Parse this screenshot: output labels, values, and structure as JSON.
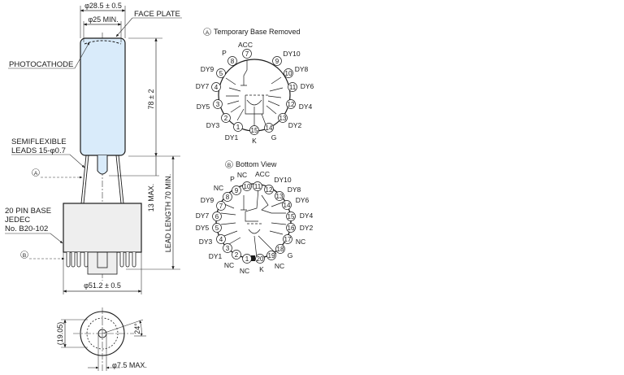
{
  "colors": {
    "line": "#1a1a1a",
    "dim_line": "#333333",
    "glass_fill": "#d9ebfa",
    "base_fill": "#eeeeee",
    "background": "#ffffff"
  },
  "side_view": {
    "labels": {
      "face_plate": "FACE PLATE",
      "photocathode": "PHOTOCATHODE",
      "semiflexible_1": "SEMIFLEXIBLE",
      "semiflexible_2": "LEADS 15-φ0.7",
      "base_1": "20 PIN BASE",
      "base_2": "JEDEC",
      "base_3": "No. B20-102",
      "marker_a": "A",
      "marker_b": "B"
    },
    "dimensions": {
      "outer_diameter": "φ28.5 ± 0.5",
      "cathode_diameter": "φ25 MIN.",
      "length": "78 ± 2",
      "tip_max": "13 MAX.",
      "lead_length": "LEAD LENGTH 70 MIN.",
      "base_diameter": "φ51.2 ± 0.5"
    }
  },
  "bottom_detail": {
    "dimensions": {
      "pitch_circle": "(19.05)",
      "angle": "24°",
      "tip_diameter": "φ7.5 MAX."
    }
  },
  "diagram_a": {
    "marker": "A",
    "title": "Temporary Base Removed",
    "pins": [
      {
        "num": "7",
        "name": "ACC"
      },
      {
        "num": "8",
        "name": "P"
      },
      {
        "num": "9",
        "name": "DY10"
      },
      {
        "num": "5",
        "name": "DY9"
      },
      {
        "num": "10",
        "name": "DY8"
      },
      {
        "num": "4",
        "name": "DY7"
      },
      {
        "num": "11",
        "name": "DY6"
      },
      {
        "num": "3",
        "name": "DY5"
      },
      {
        "num": "12",
        "name": "DY4"
      },
      {
        "num": "2",
        "name": "DY3"
      },
      {
        "num": "13",
        "name": "DY2"
      },
      {
        "num": "1",
        "name": "DY1"
      },
      {
        "num": "15",
        "name": "K"
      },
      {
        "num": "14",
        "name": "G"
      }
    ]
  },
  "diagram_b": {
    "marker": "B",
    "title": "Bottom View",
    "pins": [
      {
        "num": "10",
        "name": "NC"
      },
      {
        "num": "11",
        "name": "ACC"
      },
      {
        "num": "9",
        "name": "P"
      },
      {
        "num": "12",
        "name": "DY10"
      },
      {
        "num": "8",
        "name": "NC"
      },
      {
        "num": "13",
        "name": "DY8"
      },
      {
        "num": "7",
        "name": "DY9"
      },
      {
        "num": "14",
        "name": "DY6"
      },
      {
        "num": "6",
        "name": "DY7"
      },
      {
        "num": "15",
        "name": "DY4"
      },
      {
        "num": "5",
        "name": "DY5"
      },
      {
        "num": "16",
        "name": "DY2"
      },
      {
        "num": "4",
        "name": "DY3"
      },
      {
        "num": "17",
        "name": "NC"
      },
      {
        "num": "3",
        "name": ""
      },
      {
        "num": "18",
        "name": "G"
      },
      {
        "num": "2",
        "name": "DY1"
      },
      {
        "num": "19",
        "name": "NC"
      },
      {
        "num": "1",
        "name": "NC"
      },
      {
        "num": "20",
        "name": "K"
      }
    ],
    "extra_labels": {
      "nc_lower_left": "NC"
    }
  }
}
